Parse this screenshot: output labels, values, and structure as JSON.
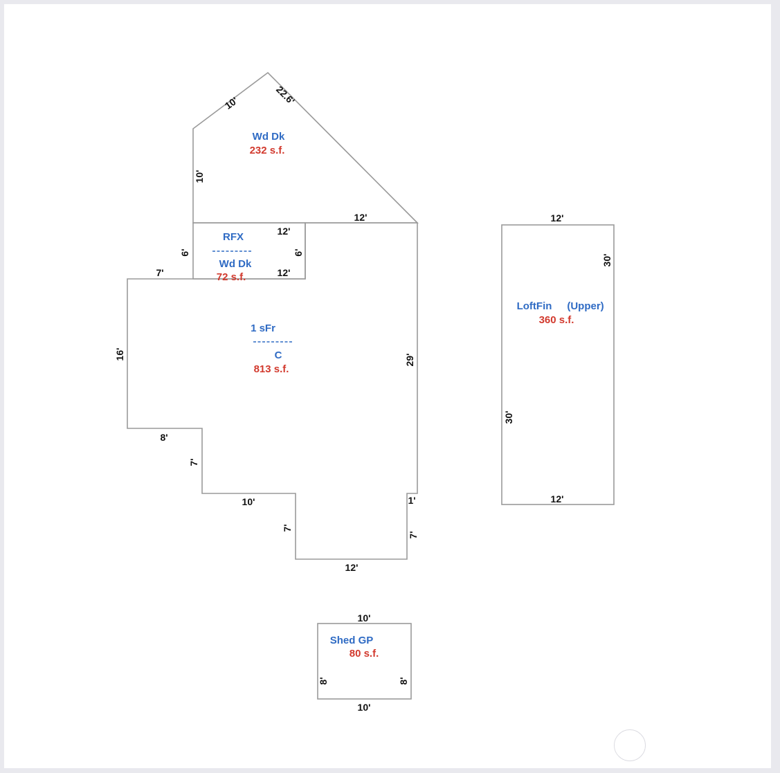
{
  "colors": {
    "outline": "#9a9a9a",
    "label_blue": "#2f6bc4",
    "area_red": "#d23a2e",
    "dimension_text": "#111111"
  },
  "areas": {
    "wood_deck_upper": {
      "name": "Wd Dk",
      "area": "232 s.f."
    },
    "rfx": {
      "name": "RFX",
      "separator": "--------",
      "subname": "Wd Dk",
      "area": "72 s.f."
    },
    "main_floor": {
      "name": "1 sFr",
      "separator": "---------",
      "subname": "C",
      "area": "813 s.f."
    },
    "loft": {
      "name": "LoftFin",
      "qualifier": "(Upper)",
      "area": "360 s.f."
    },
    "shed": {
      "name": "Shed GP",
      "area": "80 s.f."
    }
  },
  "dimensions": {
    "deck_left_diag": "10'",
    "deck_right_diag": "22.6'",
    "deck_left": "10'",
    "deck_bottom": "12'",
    "rfx_top": "12'",
    "rfx_left": "6'",
    "rfx_right": "6'",
    "rfx_bottom": "12'",
    "main_top_left": "7'",
    "main_left": "16'",
    "main_right": "29'",
    "step1_bottom": "8'",
    "step1_side": "7'",
    "step2_bottom": "10'",
    "step2_side": "7'",
    "main_bottom": "12'",
    "notch_top": "1'",
    "notch_side": "7'",
    "loft_top": "12'",
    "loft_right": "30'",
    "loft_left": "30'",
    "loft_bottom": "12'",
    "shed_top": "10'",
    "shed_left": "8'",
    "shed_right": "8'",
    "shed_bottom": "10'"
  }
}
